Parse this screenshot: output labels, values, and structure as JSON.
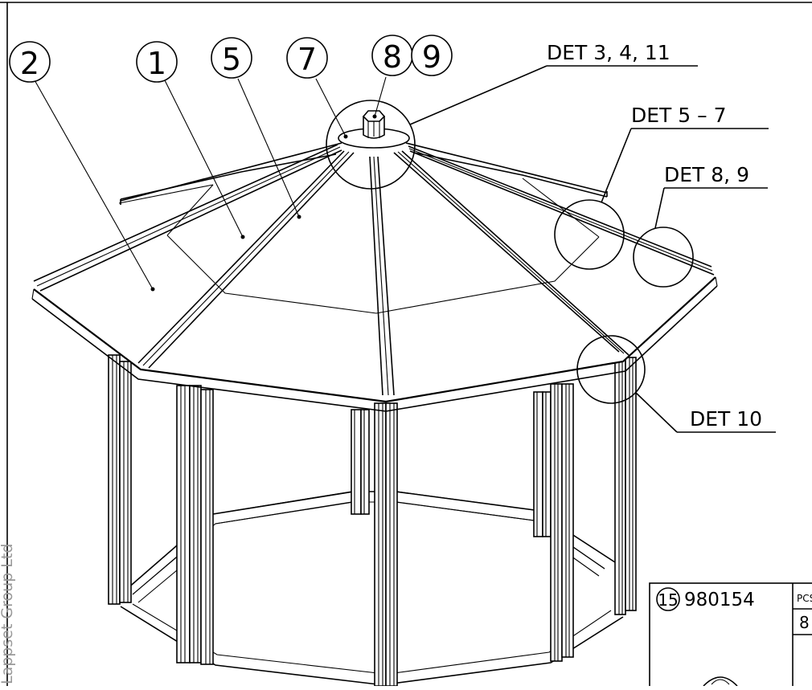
{
  "balloons": [
    {
      "label": "2"
    },
    {
      "label": "1"
    },
    {
      "label": "5"
    },
    {
      "label": "7"
    },
    {
      "label": "8"
    },
    {
      "label": "9"
    }
  ],
  "detail_callouts": [
    {
      "label": "DET 3, 4, 11"
    },
    {
      "label": "DET 5 – 7"
    },
    {
      "label": "DET 8, 9"
    },
    {
      "label": "DET 10"
    }
  ],
  "watermark": "Lappset Group Ltd",
  "parts_table": {
    "item_number": "15",
    "part_code": "980154",
    "pcs_header": "PCS",
    "pcs_value": "8"
  }
}
